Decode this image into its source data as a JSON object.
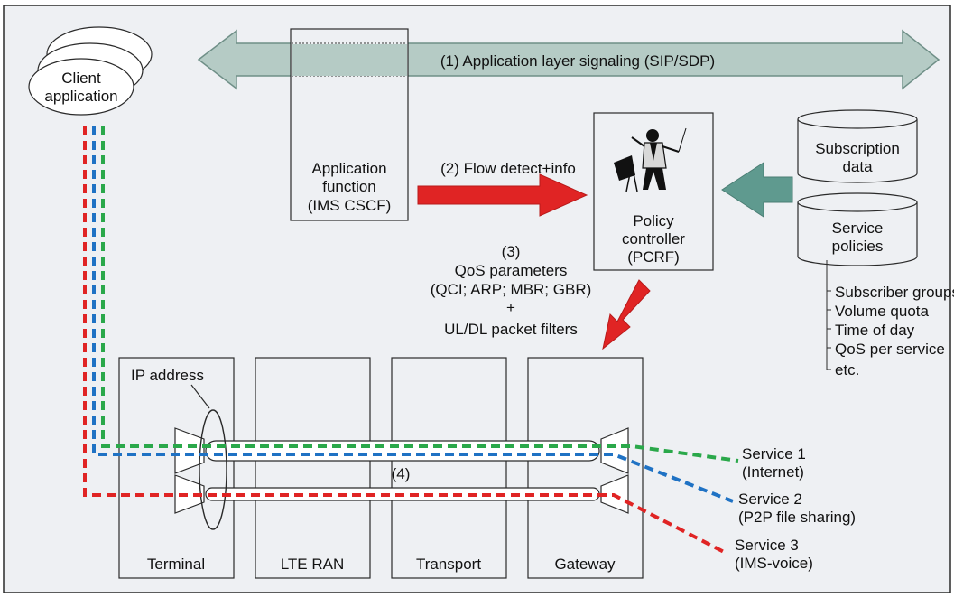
{
  "colors": {
    "background": "#eef0f3",
    "box_fill": "#eef0f3",
    "box_stroke": "#2a2a2a",
    "signaling_arrow": "#b5cbc5",
    "signaling_arrow_stroke": "#6f8f87",
    "flow_arrow": "#e02424",
    "teal_arrow": "#5f9a8f",
    "line_green": "#2aa84a",
    "line_blue": "#1f72c4",
    "line_red": "#e02424"
  },
  "client": {
    "label_line1": "Client",
    "label_line2": "application"
  },
  "signaling": {
    "label": "(1) Application layer signaling (SIP/SDP)"
  },
  "app_function": {
    "line1": "Application",
    "line2": "function",
    "line3": "(IMS CSCF)"
  },
  "flow_detect": {
    "label": "(2) Flow detect+info"
  },
  "policy_controller": {
    "line1": "Policy",
    "line2": "controller",
    "line3": "(PCRF)",
    "icon": "conductor-icon"
  },
  "subscription_data": {
    "line1": "Subscription",
    "line2": "data"
  },
  "service_policies": {
    "line1": "Service",
    "line2": "policies",
    "items": [
      "Subscriber groups",
      "Volume quota",
      "Time of day",
      "QoS per service",
      "etc."
    ]
  },
  "qos": {
    "line1": "(3)",
    "line2": "QoS parameters",
    "line3": "(QCI; ARP; MBR; GBR)",
    "line4": "+",
    "line5": "UL/DL packet filters"
  },
  "ip_address": {
    "label": "IP address"
  },
  "bearer_label": {
    "label": "(4)"
  },
  "nodes": [
    "Terminal",
    "LTE RAN",
    "Transport",
    "Gateway"
  ],
  "services": [
    {
      "line1": "Service 1",
      "line2": "(Internet)"
    },
    {
      "line1": "Service 2",
      "line2": "(P2P file sharing)"
    },
    {
      "line1": "Service 3",
      "line2": "(IMS-voice)"
    }
  ]
}
